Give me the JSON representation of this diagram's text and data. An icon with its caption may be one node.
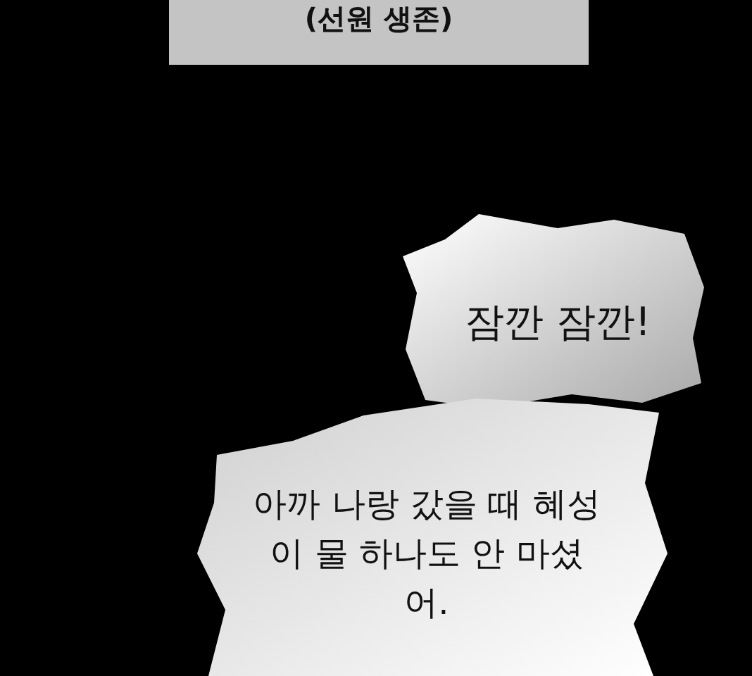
{
  "diagram": {
    "nodes": [
      {
        "text": [
          "(선원 생존)"
        ]
      },
      {
        "text": [
          "잠깐 잠깐!"
        ]
      },
      {
        "text": [
          "아까 나랑 갔을 때 혜성이 물 하나도 안 마셨어."
        ]
      }
    ]
  }
}
